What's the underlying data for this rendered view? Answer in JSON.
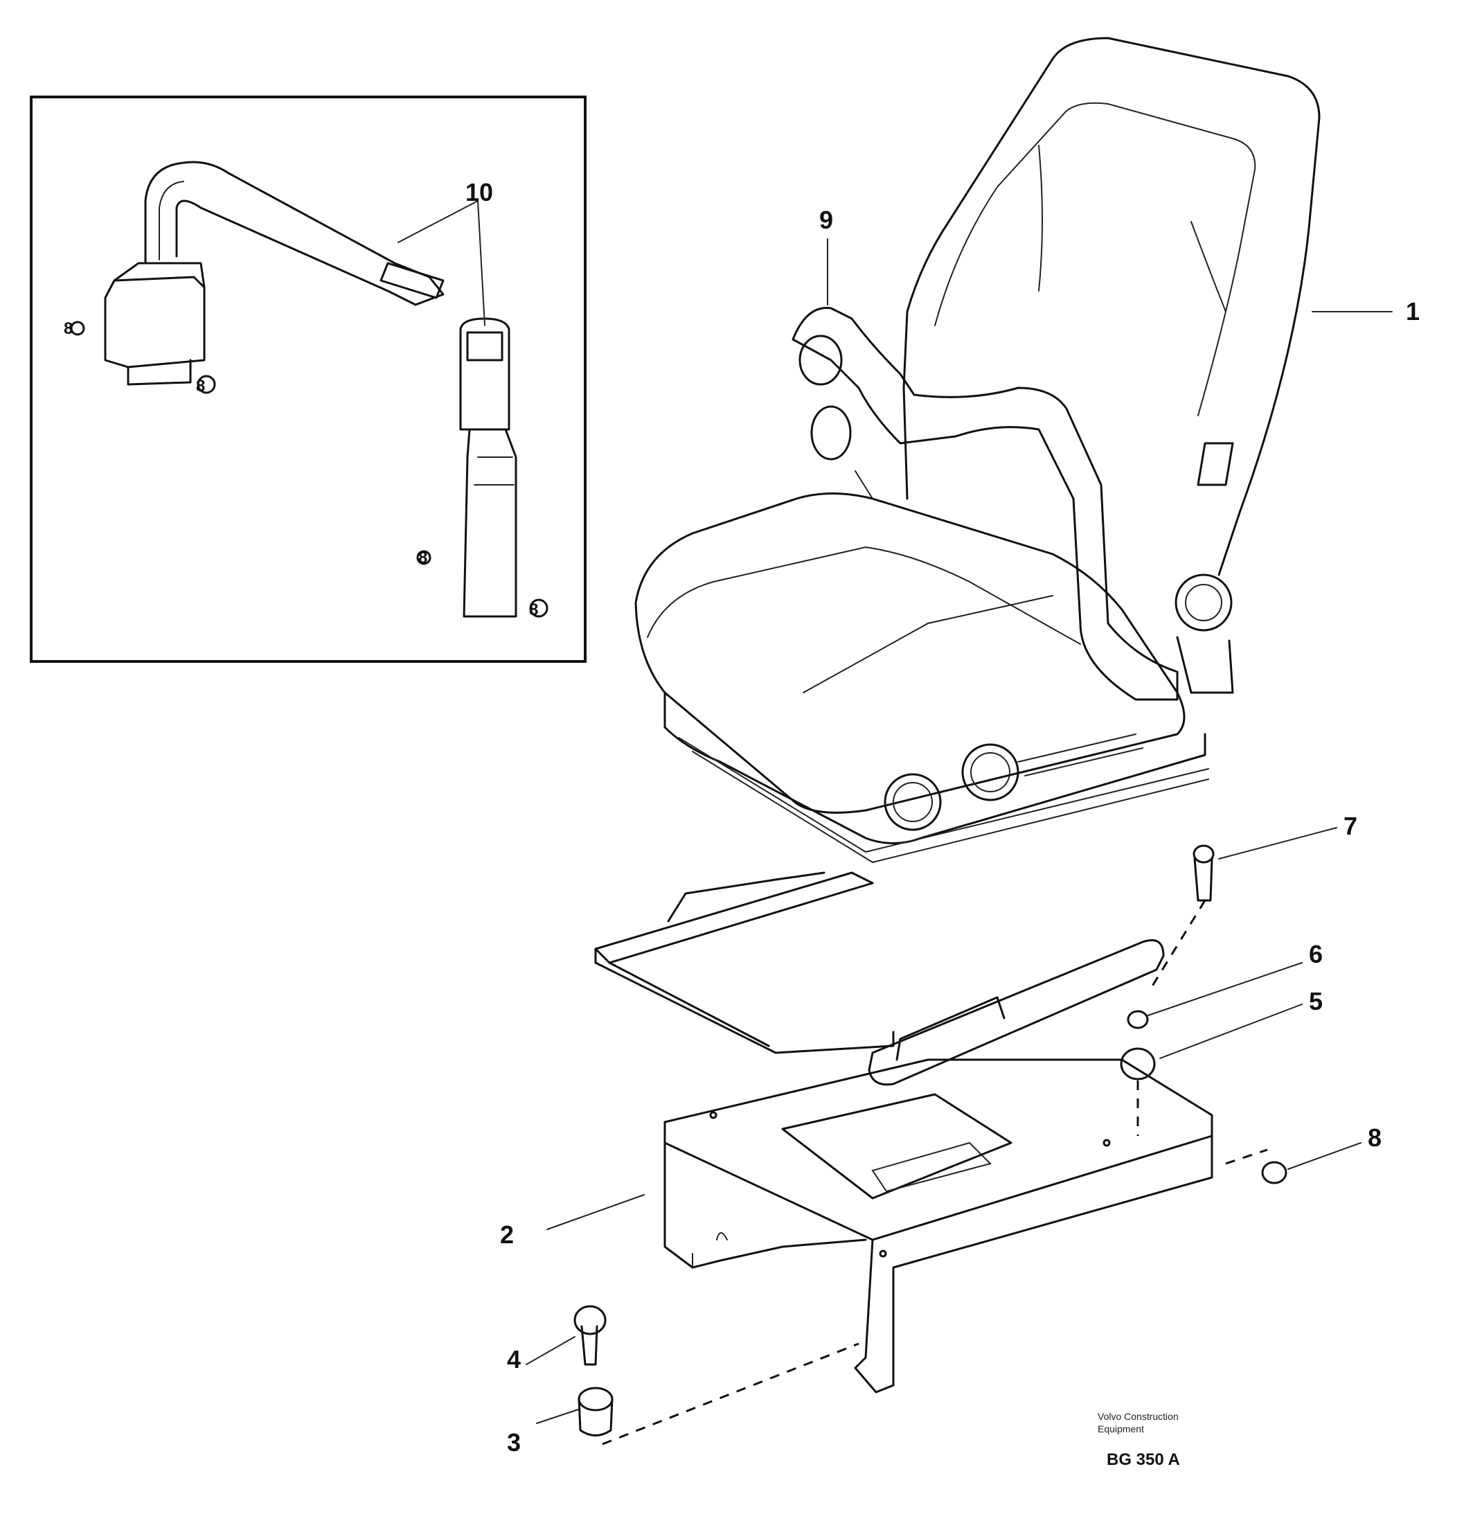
{
  "callouts": {
    "c1": "1",
    "c2": "2",
    "c3": "3",
    "c4": "4",
    "c5": "5",
    "c6": "6",
    "c7": "7",
    "c8": "8",
    "c9": "9",
    "c10": "10",
    "c8a": "8",
    "c8b": "8",
    "c8c": "8",
    "c8d": "8"
  },
  "footer": {
    "line1": "Volvo Construction",
    "line2": "Equipment",
    "code": "BG 350 A"
  }
}
